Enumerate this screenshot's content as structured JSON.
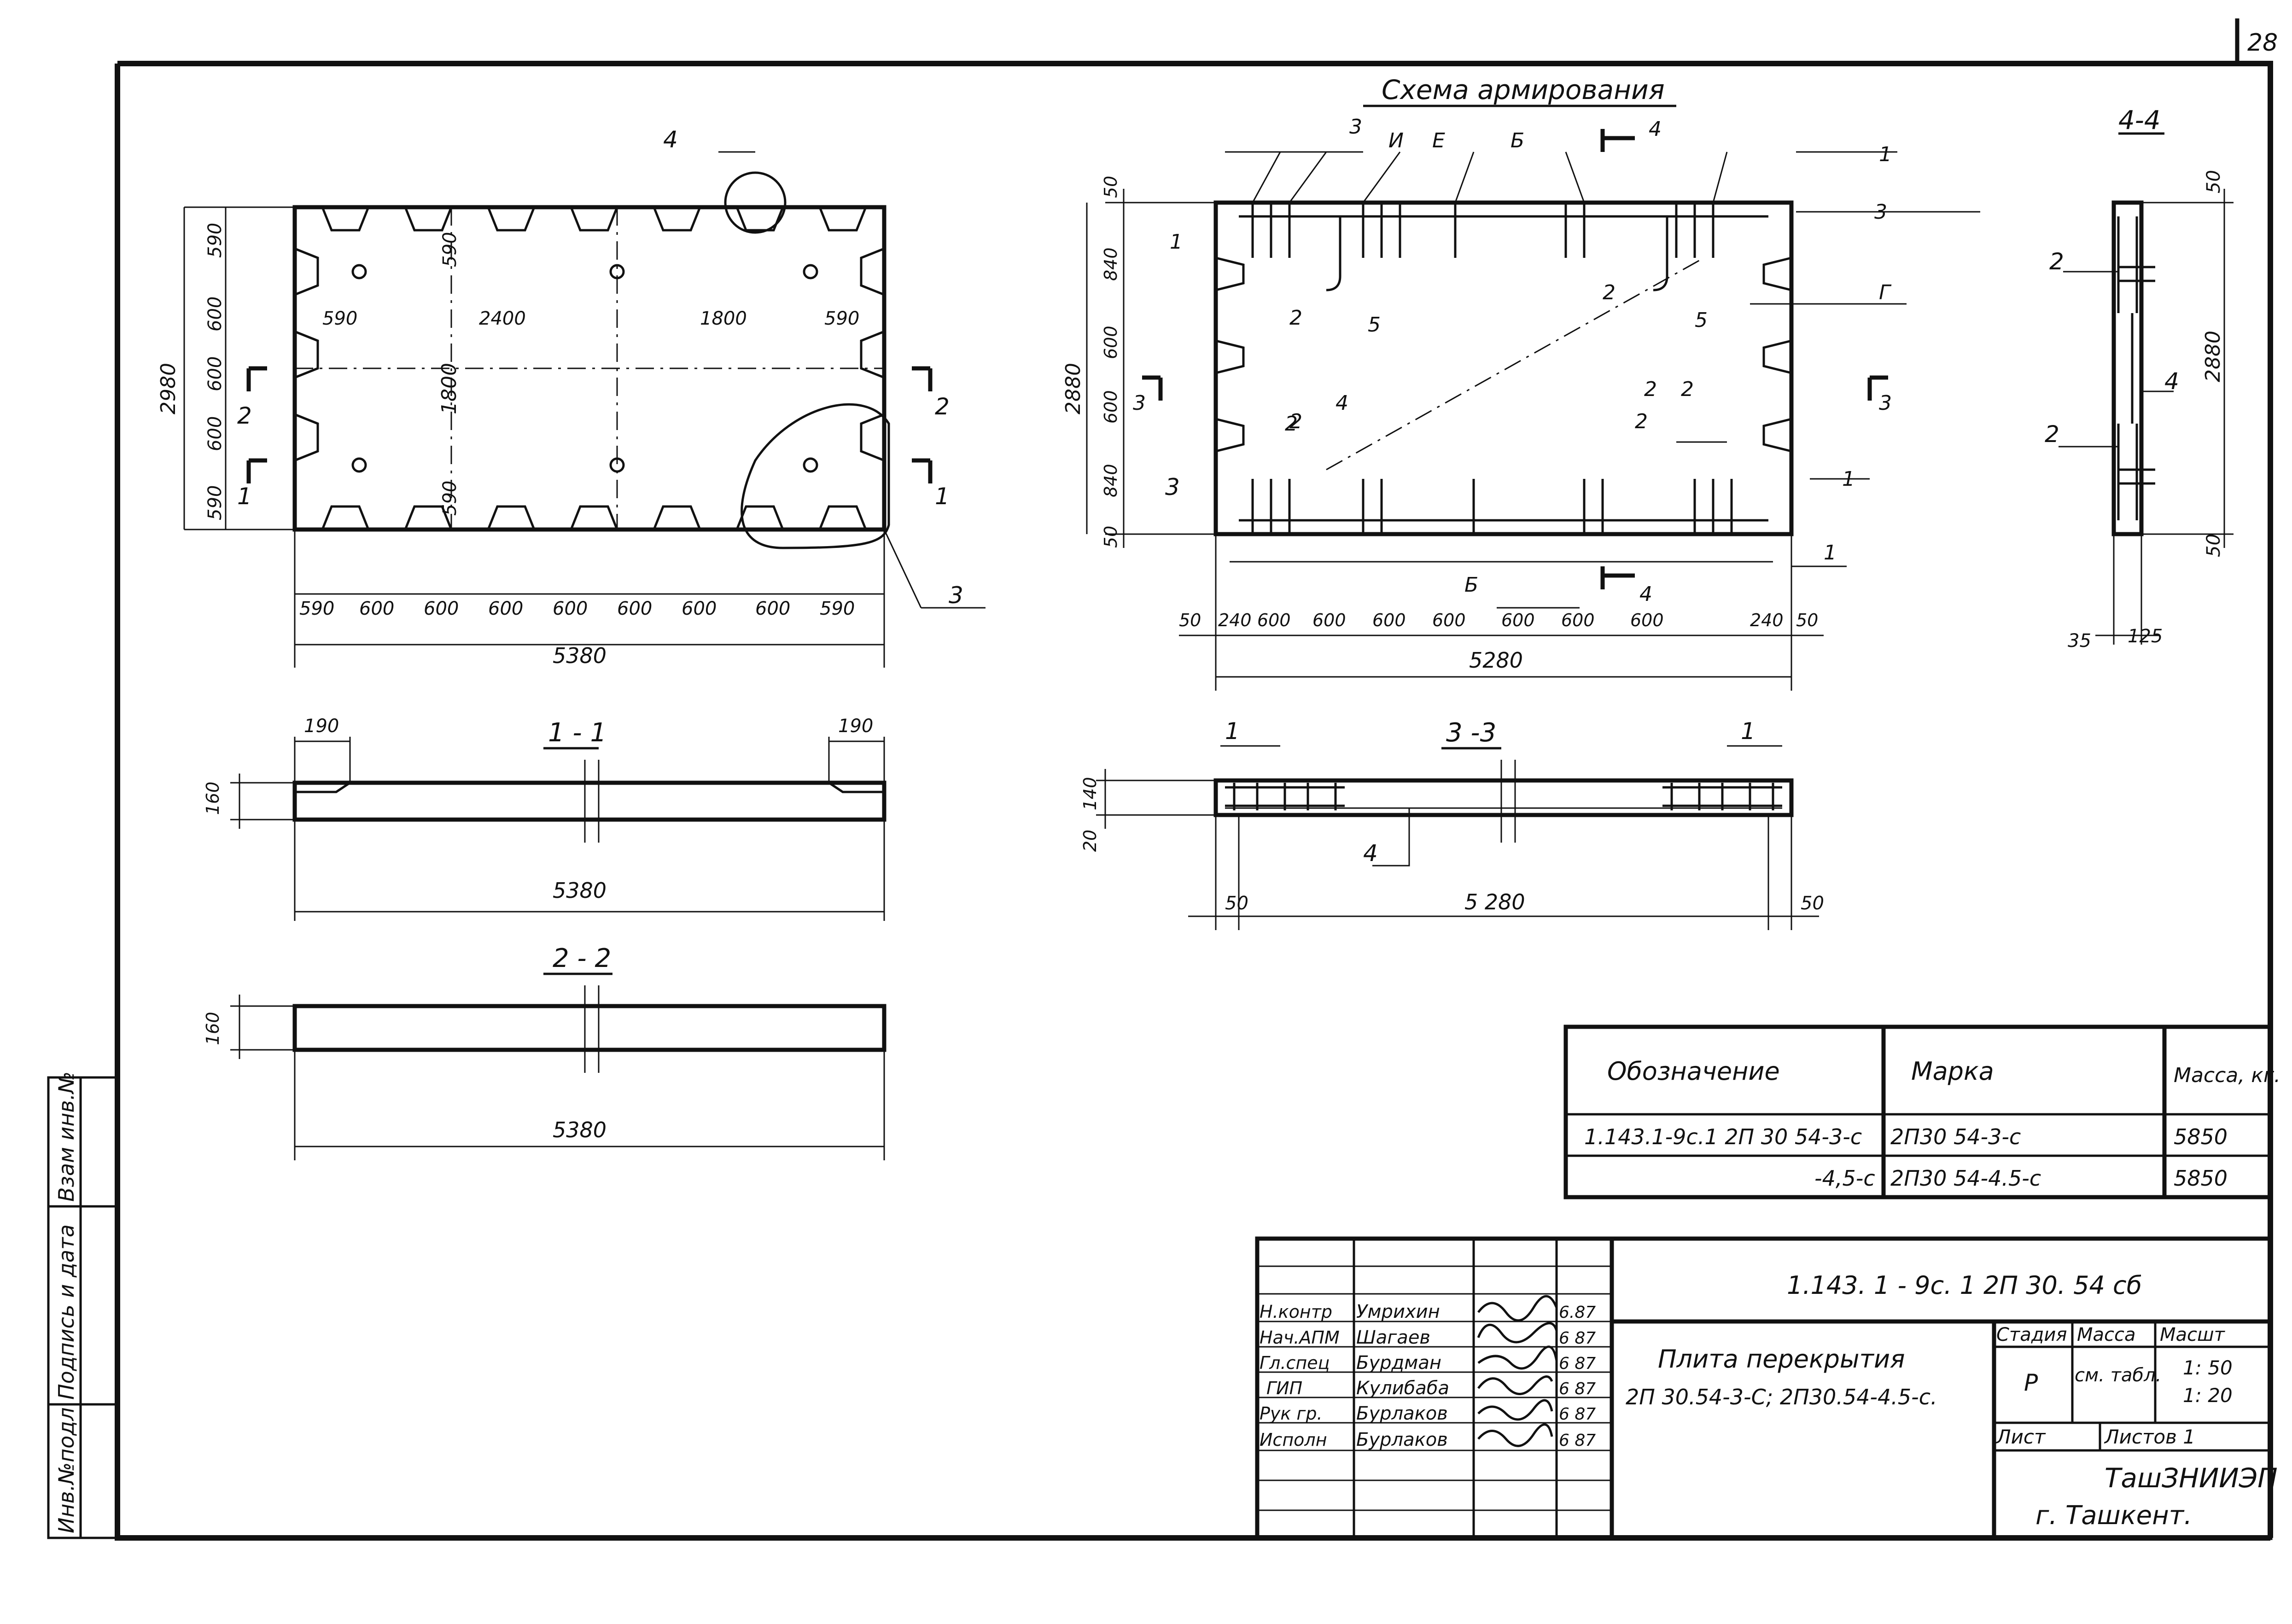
{
  "sheet": {
    "number": "28"
  },
  "side_stamp": {
    "cells": [
      "Инв.№подл",
      "Подпись и дата",
      "Взам инв.№"
    ]
  },
  "views": {
    "plan": {
      "dims_top_side": [
        "590",
        "600",
        "600",
        "600",
        "590"
      ],
      "dims_left": "2980",
      "inner_dims": [
        "590",
        "2400",
        "1800",
        "590",
        "590",
        "590",
        "1800"
      ],
      "dims_bottom": [
        "590",
        "600",
        "600",
        "600",
        "600",
        "600",
        "600",
        "600",
        "590"
      ],
      "total": "5380",
      "callouts": [
        "4",
        "3",
        "2",
        "1",
        "2",
        "1"
      ]
    },
    "reinf": {
      "title": "Схема армирования",
      "callouts_top": [
        "3",
        "И",
        "Е",
        "Б",
        "4",
        "1",
        "3"
      ],
      "callouts_inner": [
        "5",
        "2",
        "5",
        "2",
        "Г",
        "4",
        "2",
        "2",
        "2",
        "3",
        "1",
        "Б",
        "4",
        "1",
        "3",
        "3",
        "1",
        "2",
        "2"
      ],
      "dims_left": [
        "50",
        "840",
        "600",
        "600",
        "840",
        "50"
      ],
      "dims_left_total": "2880",
      "dims_bottom": [
        "50",
        "240",
        "600",
        "600",
        "600",
        "600",
        "600",
        "600",
        "600",
        "240",
        "50"
      ],
      "total": "5280"
    },
    "sec44": {
      "title": "4-4",
      "dims": [
        "50",
        "2880",
        "50"
      ],
      "bottom_dims": [
        "35",
        "125"
      ],
      "callouts": [
        "2",
        "4",
        "2"
      ]
    },
    "sec11": {
      "title": "1 - 1",
      "dims_top": [
        "190",
        "190"
      ],
      "height": "160",
      "total": "5380"
    },
    "sec33": {
      "title": "3 -3",
      "heights": [
        "140",
        "20"
      ],
      "callouts": [
        "1",
        "1",
        "4"
      ],
      "dims": [
        "50",
        "5 280",
        "50"
      ]
    },
    "sec22": {
      "title": "2 - 2",
      "height": "160",
      "total": "5380"
    }
  },
  "spec_table": {
    "headers": [
      "Обозначение",
      "Марка",
      "Масса, кг."
    ],
    "rows": [
      [
        "1.143.1-9с.1 2П 30 54-3-с",
        "2П30 54-3-с",
        "5850"
      ],
      [
        "-4,5-с",
        "2П30 54-4.5-с",
        "5850"
      ]
    ]
  },
  "title_block": {
    "doc_code": "1.143. 1 - 9с. 1  2П  30. 54  сб",
    "name_line1": "Плита перекрытия",
    "name_line2": "2П 30.54-3-С; 2П30.54-4.5-с.",
    "stage_label": "Стадия",
    "mass_label": "Масса",
    "scale_label": "Масшт",
    "stage": "Р",
    "mass_value": "см. табл.",
    "scale_1": "1: 50",
    "scale_2": "1: 20",
    "sheet_label": "Лист",
    "sheets_label": "Листов 1",
    "org_1": "ТашЗНИИЭП",
    "org_2": "г. Ташкент.",
    "people": [
      {
        "role": "Н.контр",
        "name": "Умрихин",
        "date": "6.87"
      },
      {
        "role": "Нач.АПМ",
        "name": "Шагаев",
        "date": "6 87"
      },
      {
        "role": "Гл.спец",
        "name": "Бурдман",
        "date": "6 87"
      },
      {
        "role": "ГИП",
        "name": "Кулибаба",
        "date": "6 87"
      },
      {
        "role": "Рук гр.",
        "name": "Бурлаков",
        "date": "6 87"
      },
      {
        "role": "Исполн",
        "name": "Бурлаков",
        "date": "6 87"
      }
    ]
  }
}
